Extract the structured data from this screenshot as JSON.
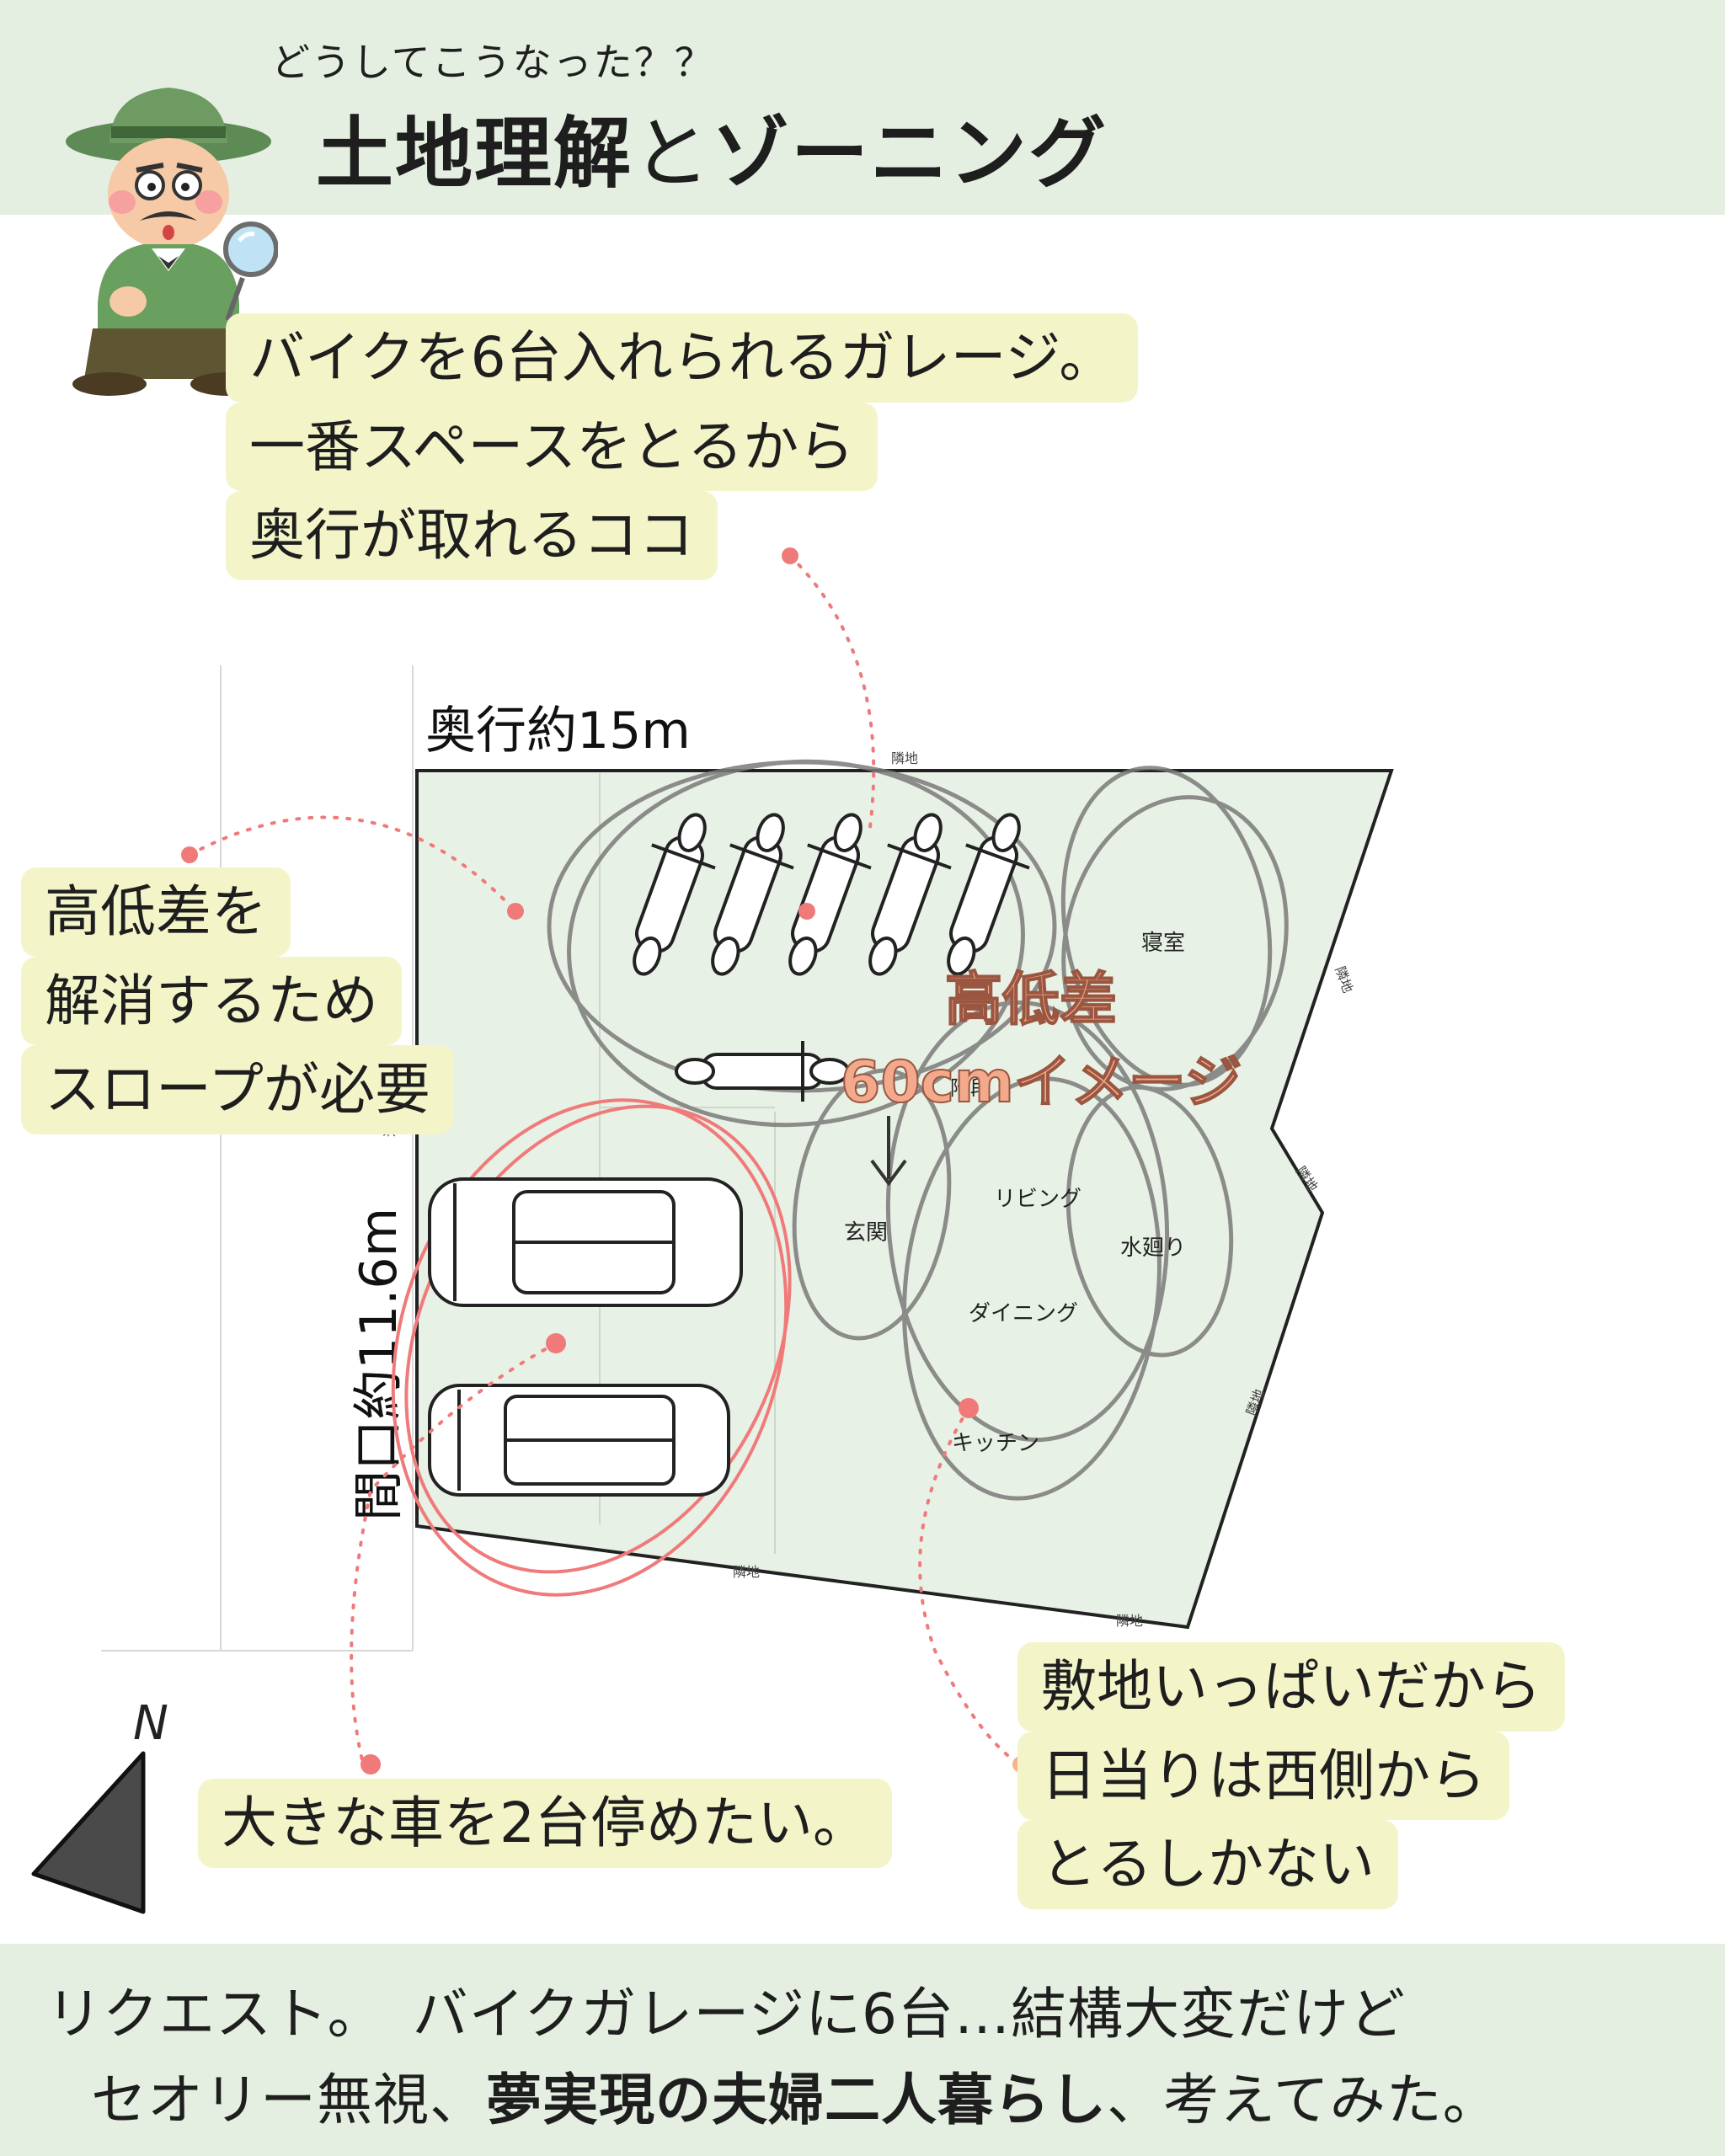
{
  "header": {
    "subtitle": "どうしてこうなった？？",
    "title_a": "土地理解",
    "title_b": "と",
    "title_c": "ゾーニング"
  },
  "bubbles": {
    "garage": [
      "バイクを6台入れられるガレージ。",
      "一番スペースをとるから",
      "奥行が取れるココ"
    ],
    "slope": [
      "高低差を",
      "解消するため",
      "スロープが必要"
    ],
    "cars": [
      "大きな車を2台停めたい。"
    ],
    "sun": [
      "敷地いっぱいだから",
      "日当りは西側から",
      "とるしかない"
    ]
  },
  "plan": {
    "depth_label": "奥行約15m",
    "frontage_label": "間口約11.6m",
    "road_label": "道路",
    "neighbor_label": "隣地",
    "height_diff_1": "高低差",
    "height_diff_2": "60cmイメージ",
    "rooms": {
      "bedroom": "寝室",
      "stairs": "階段",
      "living": "リビング",
      "entrance": "玄関",
      "water": "水廻り",
      "dining": "ダイニング",
      "kitchen": "キッチン"
    },
    "compass": "N"
  },
  "footer": {
    "line1": "リクエスト。　バイクガレージに6台…結構大変だけど",
    "line2_a": "セオリー無視、",
    "line2_b": "夢実現の夫婦二人暮らし",
    "line2_c": "、考えてみた。"
  },
  "colors": {
    "band": "#e4efe1",
    "bubble": "#f3f5c9",
    "site": "#e8f1e5",
    "accent_red": "#f07a7a",
    "label_orange": "#f2a98c"
  }
}
